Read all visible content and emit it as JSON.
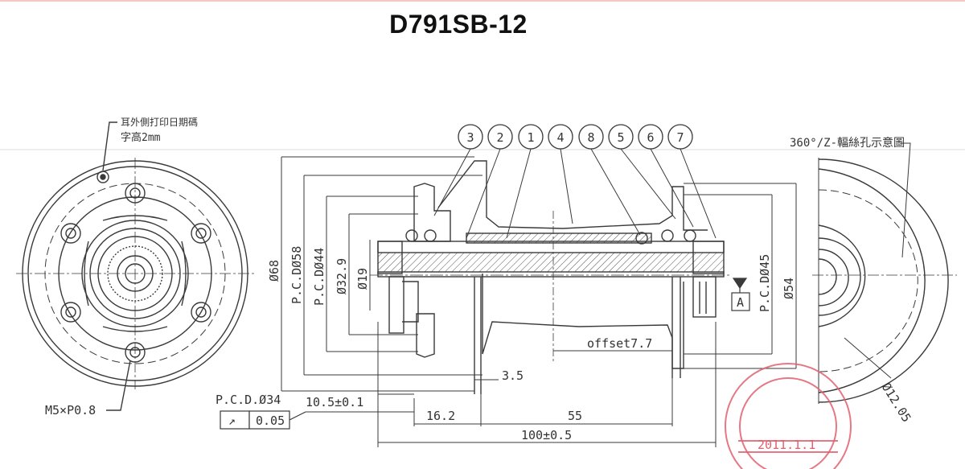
{
  "title": "D791SB-12",
  "left_note": {
    "line1": "耳外側打印日期碼",
    "line2": "字高2mm"
  },
  "left_thread": "M5×P0.8",
  "pcd34": "P.C.D.Ø34",
  "runout": {
    "symbol": "↗",
    "value": "0.05"
  },
  "balloons": [
    "3",
    "2",
    "1",
    "4",
    "8",
    "5",
    "6",
    "7"
  ],
  "dims": {
    "d68": "Ø68",
    "pcd58": "P.C.DØ58",
    "pcd44": "P.C.DØ44",
    "d329": "Ø32.9",
    "d19": "Ø19",
    "pcd45": "P.C.DØ45",
    "d54": "Ø54",
    "offset": "offset7.7",
    "d35": "3.5",
    "d105": "10.5±0.1",
    "d162": "16.2",
    "d55": "55",
    "d100": "100±0.5",
    "d1205": "Ø12.05"
  },
  "datum": "A",
  "right_note": "360°/Z-輻絲孔示意圖",
  "stamp": {
    "date": "2011.1.1"
  },
  "colors": {
    "line": "#3a3a3a",
    "stamp": "#e06070",
    "title": "#111111"
  }
}
